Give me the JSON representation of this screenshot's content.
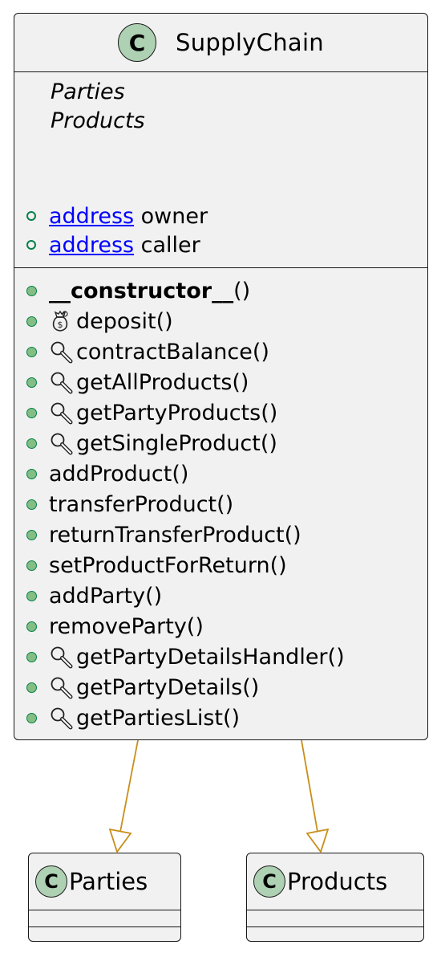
{
  "main_class": {
    "badge": "C",
    "name": "SupplyChain",
    "nested": [
      "Parties",
      "Products"
    ],
    "fields": [
      {
        "type": "address",
        "name": " owner"
      },
      {
        "type": "address",
        "name": " caller"
      }
    ],
    "constructor": "__constructor__",
    "constructor_parens": "()",
    "methods": [
      {
        "name": "deposit()",
        "icon": "money-bag-icon"
      },
      {
        "name": "contractBalance()",
        "icon": "magnifier-icon"
      },
      {
        "name": "getAllProducts()",
        "icon": "magnifier-icon"
      },
      {
        "name": "getPartyProducts()",
        "icon": "magnifier-icon"
      },
      {
        "name": "getSingleProduct()",
        "icon": "magnifier-icon"
      },
      {
        "name": "addProduct()",
        "icon": ""
      },
      {
        "name": "transferProduct()",
        "icon": ""
      },
      {
        "name": "returnTransferProduct()",
        "icon": ""
      },
      {
        "name": "setProductForReturn()",
        "icon": ""
      },
      {
        "name": "addParty()",
        "icon": ""
      },
      {
        "name": "removeParty()",
        "icon": ""
      },
      {
        "name": "getPartyDetailsHandler()",
        "icon": "magnifier-icon"
      },
      {
        "name": "getPartyDetails()",
        "icon": "magnifier-icon"
      },
      {
        "name": "getPartiesList()",
        "icon": "magnifier-icon"
      }
    ]
  },
  "parent_classes": [
    {
      "badge": "C",
      "name": "Parties"
    },
    {
      "badge": "C",
      "name": "Products"
    }
  ],
  "colors": {
    "class_fill": "#f1f1f1",
    "badge_fill": "#add1b2",
    "arrow": "#c88e1a",
    "link": "#0000ff",
    "public_dot": "#84be84"
  }
}
